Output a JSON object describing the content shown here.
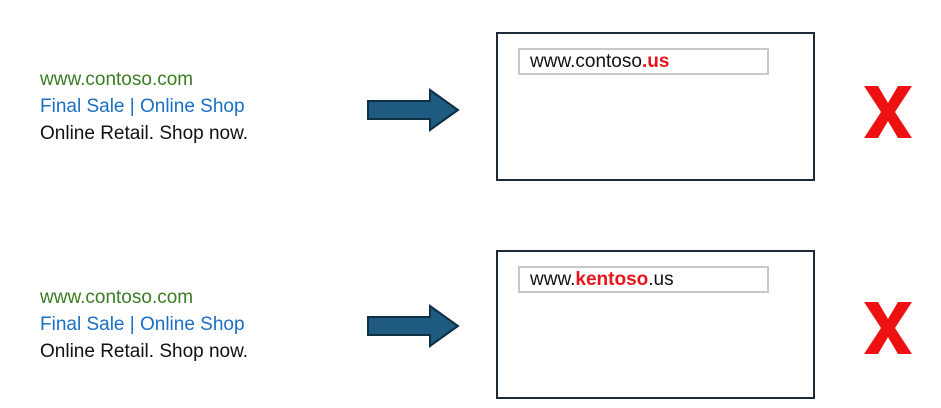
{
  "rows": [
    {
      "ad": {
        "url": "www.contoso.com",
        "headline": "Final Sale | Online Shop",
        "description": "Online Retail. Shop now."
      },
      "address": {
        "prefix": "www.contoso",
        "highlight": ".us",
        "suffix": ""
      }
    },
    {
      "ad": {
        "url": "www.contoso.com",
        "headline": "Final Sale | Online Shop",
        "description": "Online Retail. Shop now."
      },
      "address": {
        "prefix": "www.",
        "highlight": "kentoso",
        "suffix": ".us"
      }
    }
  ],
  "colors": {
    "url_green": "#3a7d24",
    "headline_blue": "#1a6fc4",
    "arrow_fill": "#1f5a80",
    "highlight_red": "#e8141b",
    "x_red": "#ee1111"
  },
  "icons": {
    "arrow": "right-arrow-icon",
    "mark": "x-mark-icon"
  }
}
